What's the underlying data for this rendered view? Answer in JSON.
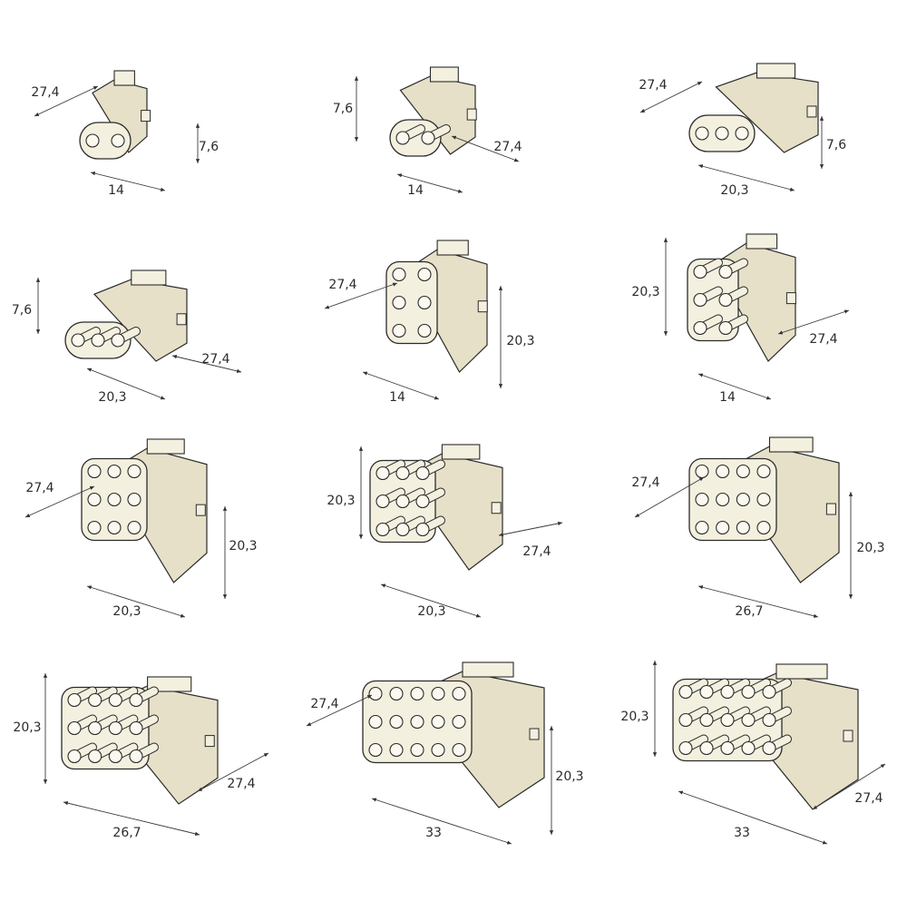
{
  "palette": {
    "body": "#f4f0df",
    "body_shade": "#e6e0c8",
    "hole": "#fbf9ef",
    "line": "#2b2b2b",
    "dim": "#3a3a3a"
  },
  "connectors": [
    {
      "id": "c1",
      "kind": "receptacle",
      "rows": [
        2
      ],
      "labels": {
        "width": "14",
        "height": "7,6",
        "depth": "27,4"
      }
    },
    {
      "id": "c2",
      "kind": "plug",
      "rows": [
        2
      ],
      "labels": {
        "width": "14",
        "height": "7,6",
        "depth": "27,4"
      }
    },
    {
      "id": "c3",
      "kind": "receptacle",
      "rows": [
        3
      ],
      "labels": {
        "width": "20,3",
        "height": "7,6",
        "depth": "27,4"
      }
    },
    {
      "id": "c4",
      "kind": "plug",
      "rows": [
        3
      ],
      "labels": {
        "width": "20,3",
        "height": "7,6",
        "depth": "27,4"
      }
    },
    {
      "id": "c5",
      "kind": "receptacle",
      "rows": [
        2,
        2,
        2
      ],
      "labels": {
        "width": "14",
        "height": "20,3",
        "depth": "27,4"
      }
    },
    {
      "id": "c6",
      "kind": "plug",
      "rows": [
        2,
        2,
        2
      ],
      "labels": {
        "width": "14",
        "height": "20,3",
        "depth": "27,4"
      }
    },
    {
      "id": "c7",
      "kind": "receptacle",
      "rows": [
        3,
        3,
        3
      ],
      "labels": {
        "width": "20,3",
        "height": "20,3",
        "depth": "27,4"
      }
    },
    {
      "id": "c8",
      "kind": "plug",
      "rows": [
        3,
        3,
        3
      ],
      "labels": {
        "width": "20,3",
        "height": "20,3",
        "depth": "27,4"
      }
    },
    {
      "id": "c9",
      "kind": "receptacle",
      "rows": [
        4,
        4,
        4
      ],
      "labels": {
        "width": "26,7",
        "height": "20,3",
        "depth": "27,4"
      }
    },
    {
      "id": "c10",
      "kind": "plug",
      "rows": [
        4,
        4,
        4
      ],
      "labels": {
        "width": "26,7",
        "height": "20,3",
        "depth": "27,4"
      }
    },
    {
      "id": "c11",
      "kind": "receptacle",
      "rows": [
        5,
        5,
        5
      ],
      "labels": {
        "width": "33",
        "height": "20,3",
        "depth": "27,4"
      }
    },
    {
      "id": "c12",
      "kind": "plug",
      "rows": [
        5,
        5,
        5
      ],
      "labels": {
        "width": "33",
        "height": "20,3",
        "depth": "27,4"
      }
    }
  ]
}
